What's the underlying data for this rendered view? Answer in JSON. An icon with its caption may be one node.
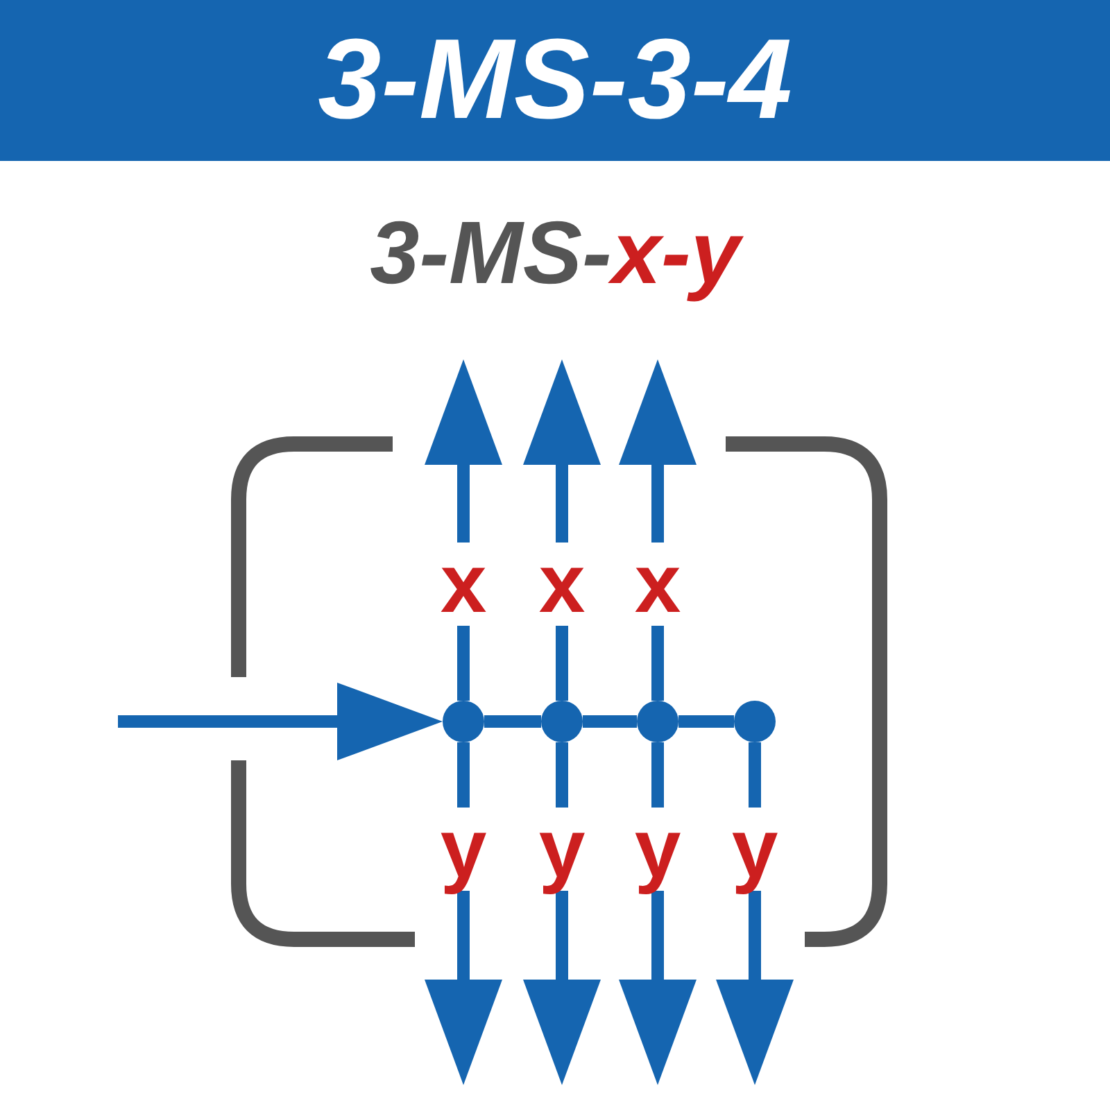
{
  "diagram": {
    "title": "3-MS-3-4",
    "nodes": [
      {
        "text": [],
        "shape": "circle"
      },
      {
        "text": [],
        "shape": "circle"
      },
      {
        "text": [],
        "shape": "circle"
      },
      {
        "text": [],
        "shape": "circle"
      }
    ],
    "edges": [
      {
        "from": null,
        "to": 0,
        "arrow": "to"
      },
      {
        "from": 0,
        "to": 1,
        "arrow": "none"
      },
      {
        "from": 1,
        "to": 2,
        "arrow": "none"
      },
      {
        "from": 2,
        "to": 3,
        "arrow": "none"
      },
      {
        "from": 0,
        "to": null,
        "arrow": "to",
        "label": "x"
      },
      {
        "from": 1,
        "to": null,
        "arrow": "to",
        "label": "x"
      },
      {
        "from": 2,
        "to": null,
        "arrow": "to",
        "label": "x"
      },
      {
        "from": 0,
        "to": null,
        "arrow": "to",
        "label": "y"
      },
      {
        "from": 1,
        "to": null,
        "arrow": "to",
        "label": "y"
      },
      {
        "from": 2,
        "to": null,
        "arrow": "to",
        "label": "y"
      },
      {
        "from": 3,
        "to": null,
        "arrow": "to",
        "label": "y"
      }
    ],
    "labels": [
      "3-MS-",
      "x-y"
    ]
  }
}
